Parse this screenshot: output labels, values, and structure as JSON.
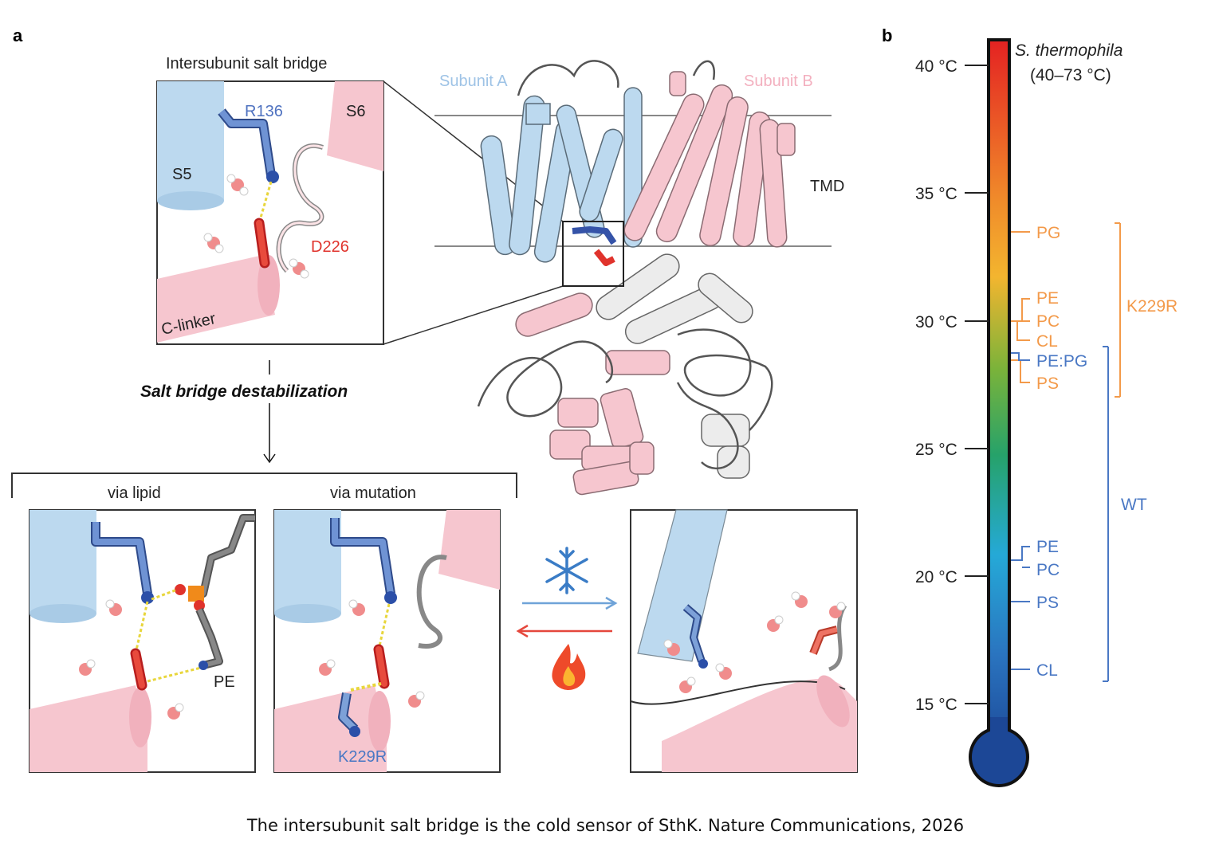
{
  "panel_a": {
    "letter": "a",
    "inset_title": "Intersubunit salt bridge",
    "r136": "R136",
    "s6": "S6",
    "s5": "S5",
    "d226": "D226",
    "clinker": "C-linker",
    "subunit_a": "Subunit A",
    "subunit_b": "Subunit B",
    "tmd": "TMD",
    "destab": "Salt bridge destabilization",
    "via_lipid": "via lipid",
    "via_mutation": "via mutation",
    "pe": "PE",
    "k229r": "K229R",
    "cold_icon": "snowflake-icon",
    "heat_icon": "flame-icon"
  },
  "panel_b": {
    "letter": "b",
    "organism": "S. thermophila",
    "organism_range": "(40–73 °C)",
    "ticks": [
      "40 °C",
      "35 °C",
      "30 °C",
      "25 °C",
      "20 °C",
      "15 °C"
    ],
    "k229r_label": "K229R",
    "wt_label": "WT",
    "k229r_lipids": [
      "PG",
      "PE",
      "PC",
      "CL",
      "PS"
    ],
    "wt_lipids": [
      "PE:PG",
      "PE",
      "PC",
      "PS",
      "CL"
    ]
  },
  "colors": {
    "k229r": "#f39a4a",
    "wt": "#4a78c4",
    "subunit_a": "#bcd9ef",
    "subunit_b": "#f6c6cf",
    "r136": "#5d82c7",
    "d226": "#e0332c"
  },
  "caption": "The intersubunit salt bridge is the cold sensor of SthK. Nature Communications, 2026"
}
